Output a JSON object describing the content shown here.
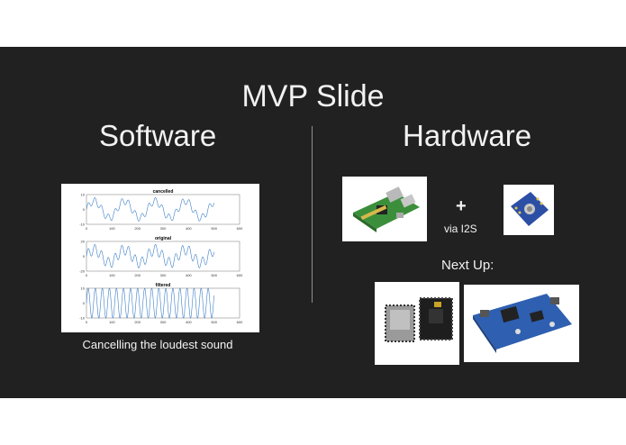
{
  "slide": {
    "title": "MVP Slide",
    "software_heading": "Software",
    "hardware_heading": "Hardware",
    "caption": "Cancelling the loudest sound",
    "plus_sign": "+",
    "via_label": "via I2S",
    "next_up_label": "Next Up:"
  },
  "chart_data": [
    {
      "type": "line",
      "title": "cancelled",
      "x_range": [
        0,
        600
      ],
      "ylim": [
        -10,
        10
      ],
      "xticks": [
        0,
        100,
        200,
        300,
        400,
        500,
        600
      ],
      "yticks": [
        -10,
        0,
        10
      ],
      "series": [
        {
          "data_extent_x": [
            0,
            500
          ],
          "signal": "two-tone sum, lower frequency dominant",
          "amplitude": 8
        }
      ]
    },
    {
      "type": "line",
      "title": "original",
      "x_range": [
        0,
        600
      ],
      "ylim": [
        -20,
        20
      ],
      "xticks": [
        0,
        100,
        200,
        300,
        400,
        500,
        600
      ],
      "yticks": [
        -20,
        0,
        20
      ],
      "series": [
        {
          "data_extent_x": [
            0,
            500
          ],
          "signal": "two-tone sum",
          "amplitude": 16
        }
      ]
    },
    {
      "type": "line",
      "title": "filtered",
      "x_range": [
        0,
        600
      ],
      "ylim": [
        -10,
        10
      ],
      "xticks": [
        0,
        100,
        200,
        300,
        400,
        500,
        600
      ],
      "yticks": [
        -10,
        0,
        10
      ],
      "series": [
        {
          "data_extent_x": [
            0,
            500
          ],
          "signal": "single high-frequency tone",
          "amplitude": 10
        }
      ]
    }
  ],
  "colors": {
    "slide_background": "#212121",
    "text": "#f2f2f2",
    "divider": "#8f8f8f",
    "plot_line": "#3d7fc7",
    "board_green": "#3b8f3b",
    "breakout_blue": "#2c4fa6",
    "board_dark": "#2a2a2a"
  },
  "images": {
    "raspberry_pi": "raspberry-pi-board-photo",
    "i2s_breakout": "blue-i2s-microphone-breakout-photo",
    "esp32_modules": "esp32-module-photo",
    "dsp_board": "blue-dsp-dev-board-photo"
  }
}
